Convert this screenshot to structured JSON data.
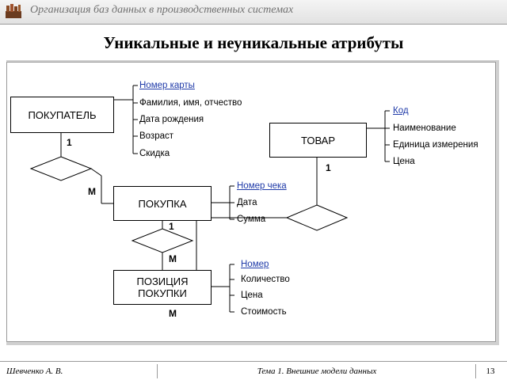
{
  "header": {
    "course_title": "Организация баз данных в производственных системах",
    "logo_icon": "books-icon"
  },
  "slide": {
    "title": "Уникальные и неуникальные атрибуты"
  },
  "diagram": {
    "entities": {
      "buyer": "ПОКУПАТЕЛЬ",
      "product": "ТОВАР",
      "purchase": "ПОКУПКА",
      "position": "ПОЗИЦИЯ ПОКУПКИ"
    },
    "attributes": {
      "buyer": [
        {
          "text": "Номер карты",
          "key": true
        },
        {
          "text": "Фамилия, имя, отчество",
          "key": false
        },
        {
          "text": "Дата рождения",
          "key": false
        },
        {
          "text": "Возраст",
          "key": false
        },
        {
          "text": "Скидка",
          "key": false
        }
      ],
      "product": [
        {
          "text": "Код",
          "key": true
        },
        {
          "text": "Наименование",
          "key": false
        },
        {
          "text": "Единица измерения",
          "key": false
        },
        {
          "text": "Цена",
          "key": false
        }
      ],
      "purchase": [
        {
          "text": "Номер чека",
          "key": true
        },
        {
          "text": "Дата",
          "key": false
        },
        {
          "text": "Сумма",
          "key": false
        }
      ],
      "position": [
        {
          "text": "Номер",
          "key": true
        },
        {
          "text": "Количество",
          "key": false
        },
        {
          "text": "Цена",
          "key": false
        },
        {
          "text": "Стоимость",
          "key": false
        }
      ]
    },
    "cardinalities": {
      "buyer_side": "1",
      "purchase_from_buyer": "М",
      "product_side": "1",
      "purchase_side": "1",
      "position_from_purchase": "М",
      "position_from_product": "М"
    }
  },
  "footer": {
    "author": "Шевченко А. В.",
    "topic": "Тема 1. Внешние модели данных",
    "page": "13"
  }
}
